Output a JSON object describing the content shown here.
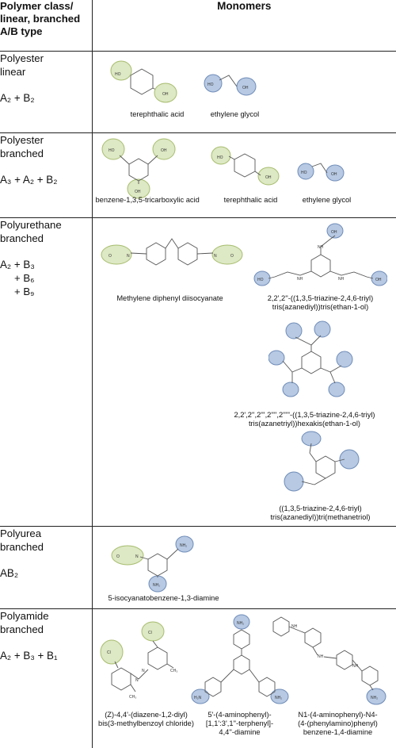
{
  "header": {
    "class_title_line1": "Polymer class/",
    "class_title_line2": "linear, branched",
    "class_title_line3": "A/B type",
    "monomers_title": "Monomers"
  },
  "rows": [
    {
      "class_line1": "Polyester",
      "class_line2": "linear",
      "formula": "A₂ + B₂",
      "monomers": [
        "terephthalic acid",
        "ethylene glycol"
      ]
    },
    {
      "class_line1": "Polyester",
      "class_line2": "branched",
      "formula": "A₃ +  A₂ + B₂",
      "monomers": [
        "benzene-1,3,5-tricarboxylic acid",
        "terephthalic acid",
        "ethylene glycol"
      ]
    },
    {
      "class_line1": "Polyurethane",
      "class_line2": "branched",
      "formula_line1": "A₂ +  B₃",
      "formula_line2": "+  B₆",
      "formula_line3": "+  B₉",
      "monomers": [
        "Methylene diphenyl diisocyanate",
        "2,2',2''-((1,3,5-triazine-2,4,6-triyl)",
        "tris(azanediyl))tris(ethan-1-ol)",
        "2,2',2'',2''',2'''',2'''''-((1,3,5-triazine-2,4,6-triyl)",
        "tris(azanetriyl))hexakis(ethan-1-ol)",
        "((1,3,5-triazine-2,4,6-triyl)",
        "tris(azanediyl))tri(methanetriol)"
      ]
    },
    {
      "class_line1": "Polyurea",
      "class_line2": "branched",
      "formula": "AB₂",
      "monomers": [
        "5-isocyanatobenzene-1,3-diamine"
      ]
    },
    {
      "class_line1": "Polyamide",
      "class_line2": "branched",
      "formula": "A₂  +  B₃ +  B₁",
      "monomers": [
        "(Z)-4,4'-(diazene-1,2-diyl)",
        "bis(3-methylbenzoyl chloride)",
        "5'-(4-aminophenyl)-",
        "[1,1':3',1''-terphenyl]-",
        "4,4''-diamine",
        "N1-(4-aminophenyl)-N4-",
        "(4-(phenylamino)phenyl)",
        "benzene-1,4-diamine"
      ]
    }
  ],
  "colors": {
    "group_a_fill": "#dde8c4",
    "group_a_stroke": "#a7bd6e",
    "group_b_fill": "#b7c9e3",
    "group_b_stroke": "#6f8cb8",
    "bond": "#555555"
  },
  "atom_labels": {
    "oh": "OH",
    "ho": "HO",
    "o": "O",
    "n": "N",
    "nh": "NH",
    "nh2": "NH₂",
    "h2n": "H₂N",
    "cl": "Cl",
    "ch3": "CH₃"
  }
}
